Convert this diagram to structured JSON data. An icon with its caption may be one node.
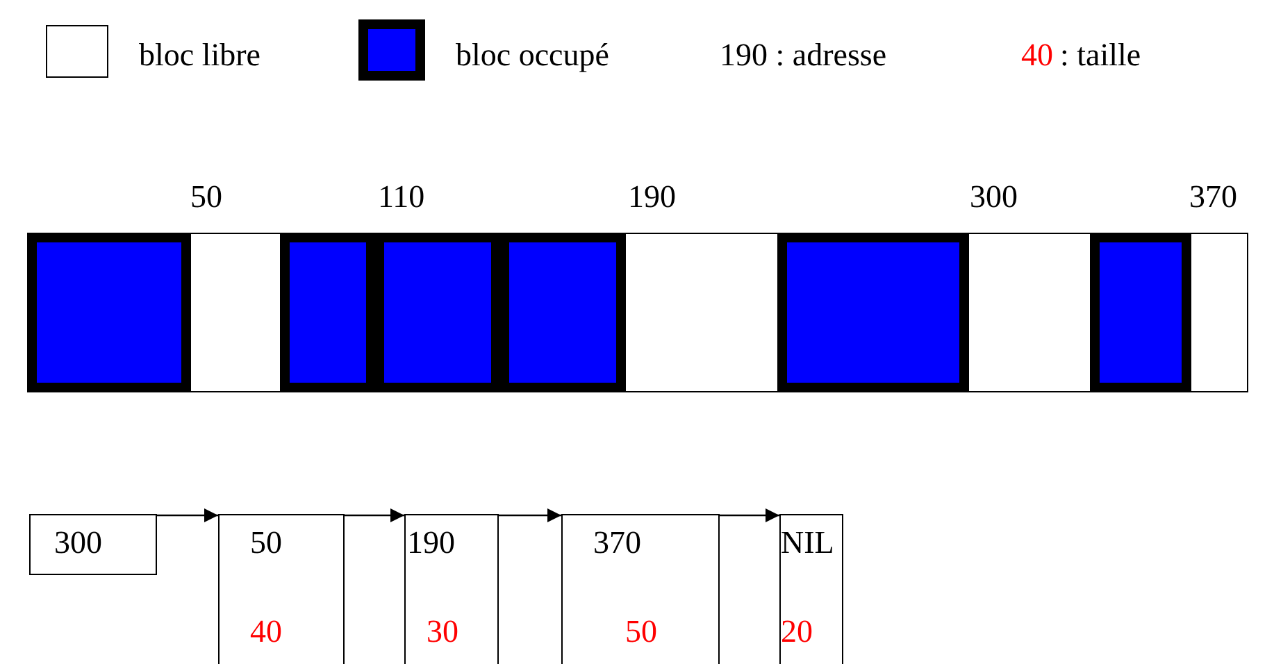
{
  "diagram": {
    "nodes": [
      {
        "text": [
          "300"
        ]
      },
      {
        "text": [
          "50",
          "40"
        ]
      },
      {
        "text": [
          "190",
          "30"
        ]
      },
      {
        "text": [
          "370",
          "50"
        ]
      },
      {
        "text": [
          "NIL",
          "20"
        ]
      }
    ],
    "edges": [
      {
        "from": 0,
        "to": 1,
        "arrow": "to"
      },
      {
        "from": 1,
        "to": 2,
        "arrow": "to"
      },
      {
        "from": 2,
        "to": 3,
        "arrow": "to"
      },
      {
        "from": 3,
        "to": 4,
        "arrow": "to"
      }
    ],
    "labels": [
      "190 : adresse",
      "40",
      ": taille",
      "50",
      "110",
      "190",
      "300",
      "370"
    ],
    "legend": [
      {
        "text": "bloc libre",
        "color": "#ffffff"
      },
      {
        "text": "bloc occupé",
        "color": "#0000ff"
      }
    ]
  }
}
